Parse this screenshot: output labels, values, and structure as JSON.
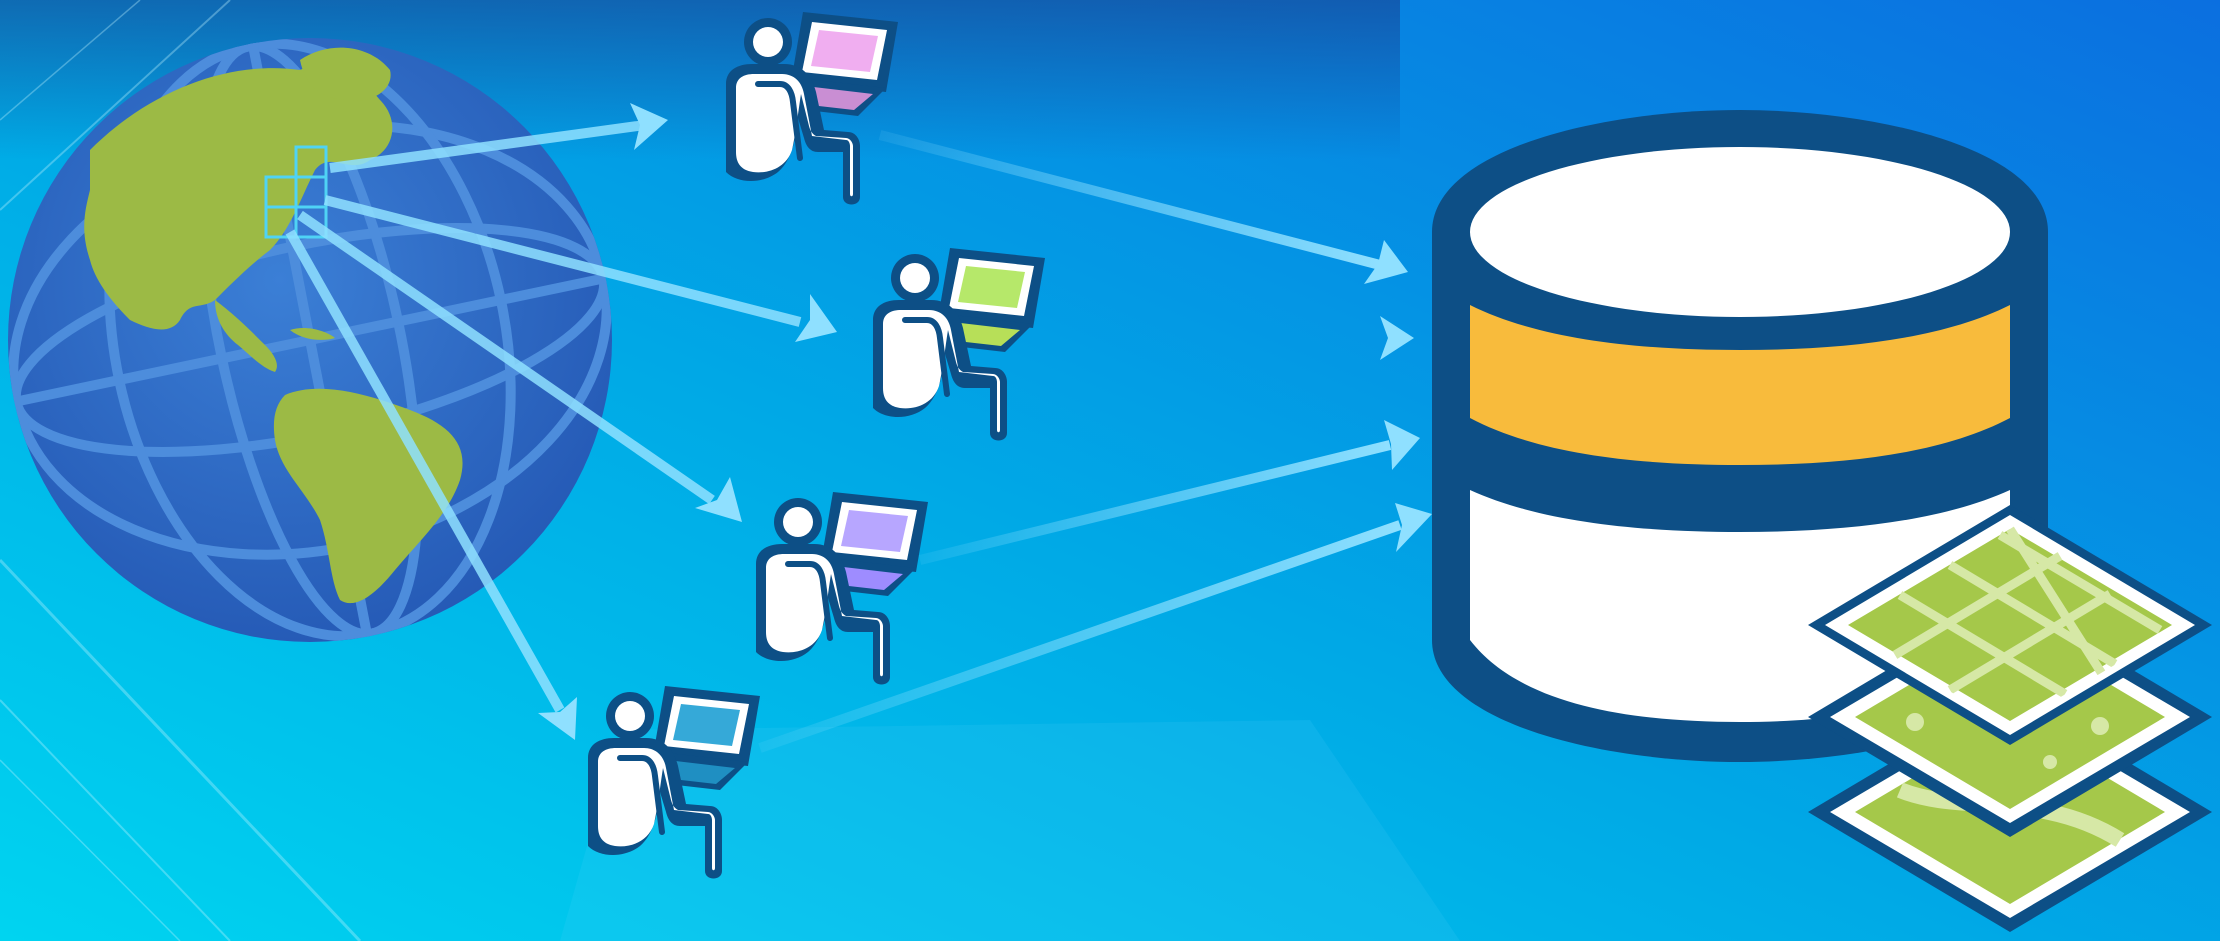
{
  "colors": {
    "bg_left": "#00d4f0",
    "bg_mid": "#00a9e6",
    "bg_right": "#0b6fe0",
    "globe_ocean": "#2f6fc8",
    "globe_grid": "#4d8ddc",
    "land": "#9cba45",
    "arrow": "#8fe0ff",
    "db_outline": "#0d4f86",
    "db_band": "#f8bb3c",
    "db_white": "#ffffff",
    "tile_green": "#a5c84a",
    "tile_road": "#d6e8a6"
  },
  "scene": {
    "globe": {
      "icon": "globe-icon",
      "marker": "grid-extent-marker"
    },
    "users": [
      {
        "name": "user-1",
        "laptop_screen": "#f0aef0",
        "laptop_base": "#c98ed3"
      },
      {
        "name": "user-2",
        "laptop_screen": "#b6e86a",
        "laptop_base": "#b7df58"
      },
      {
        "name": "user-3",
        "laptop_screen": "#b7a6ff",
        "laptop_base": "#9e8cff"
      },
      {
        "name": "user-4",
        "laptop_screen": "#35a9d8",
        "laptop_base": "#1f8fc2"
      }
    ],
    "database": {
      "icon": "database-icon"
    },
    "tiles": {
      "icon": "map-tile-stack-icon"
    }
  }
}
